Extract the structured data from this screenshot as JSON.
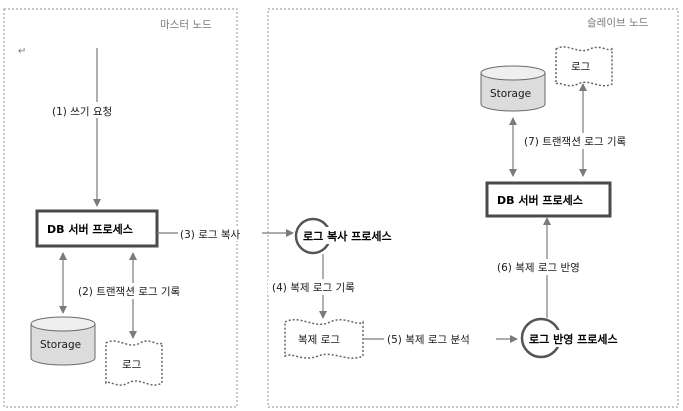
{
  "regions": {
    "master_title": "마스터 노드",
    "slave_title": "슬레이브 노드"
  },
  "master": {
    "write_request": "(1) 쓰기 요청",
    "db_process": "DB 서버 프로세스",
    "log_copy": "(3) 로그 복사",
    "tx_log_record": "(2) 트랜잭션 로그 기록",
    "storage": "Storage",
    "log": "로그"
  },
  "slave": {
    "log_copy_process": "로그 복사 프로세스",
    "repl_log_record": "(4) 복제 로그 기록",
    "repl_log": "복제 로그",
    "repl_log_analyze": "(5) 복제 로그 분석",
    "log_apply_process": "로그 반영 프로세스",
    "repl_log_apply": "(6) 복제 로그 반영",
    "db_process": "DB 서버 프로세스",
    "tx_log_record": "(7) 트랜잭션 로그 기록",
    "storage": "Storage",
    "log": "로그"
  },
  "marks": {
    "return_mark": "↵"
  }
}
